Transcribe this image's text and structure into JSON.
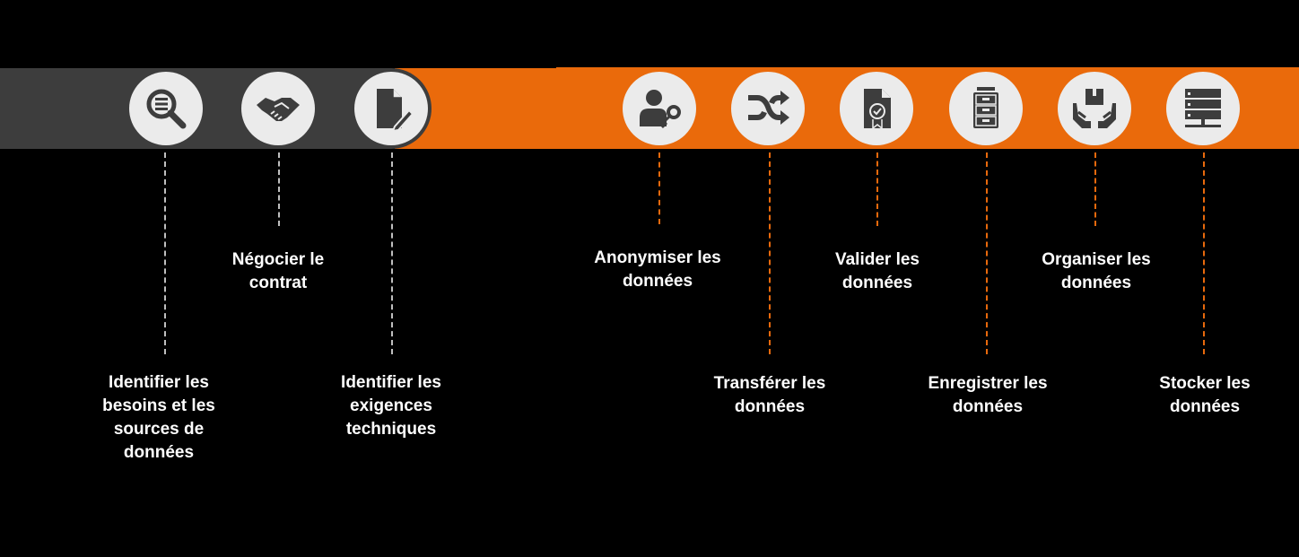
{
  "steps": [
    {
      "label": "Identifier les\nbesoins et les\nsources de\ndonnées",
      "icon": "magnifier-list-icon"
    },
    {
      "label": "Négocier le\ncontrat",
      "icon": "handshake-icon"
    },
    {
      "label": "Identifier les\nexigences\ntechniques",
      "icon": "document-pen-icon"
    },
    {
      "label": "Anonymiser les\ndonnées",
      "icon": "person-key-icon"
    },
    {
      "label": "Transférer les\ndonnées",
      "icon": "shuffle-icon"
    },
    {
      "label": "Valider les\ndonnées",
      "icon": "certificate-document-icon"
    },
    {
      "label": "Enregistrer les\ndonnées",
      "icon": "filing-cabinet-icon"
    },
    {
      "label": "Organiser les\ndonnées",
      "icon": "hands-box-icon"
    },
    {
      "label": "Stocker les\ndonnées",
      "icon": "server-rack-icon"
    }
  ],
  "colors": {
    "gray_band": "#3d3d3d",
    "orange_band": "#ea6a0b",
    "icon_bg": "#ebebeb",
    "icon_fg": "#3d3d3d"
  }
}
